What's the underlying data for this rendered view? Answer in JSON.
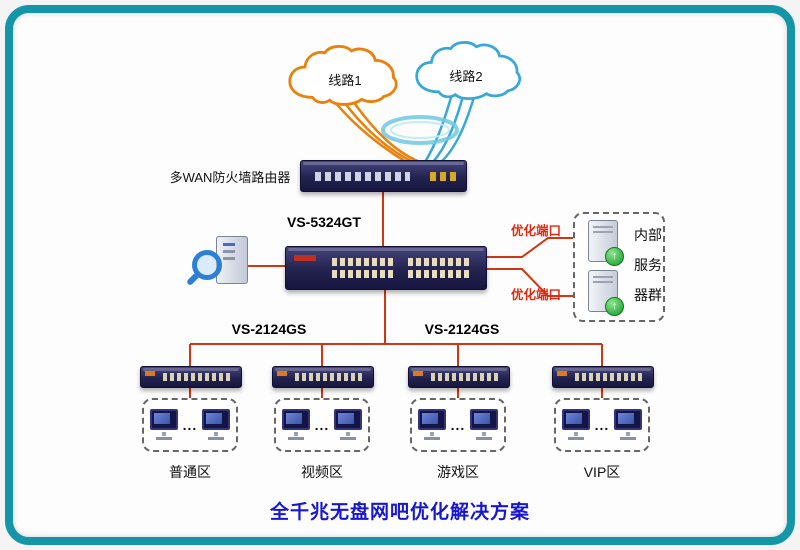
{
  "title": "全千兆无盘网吧优化解决方案",
  "clouds": [
    {
      "label": "线路1",
      "color": "#E8820C"
    },
    {
      "label": "线路2",
      "color": "#3AA8D6"
    }
  ],
  "router": {
    "label": "多WAN防火墙路由器"
  },
  "core_switch": {
    "model": "VS-5324GT"
  },
  "optimized_ports": [
    "优化端口",
    "优化端口"
  ],
  "server_group": {
    "lines": [
      "内部",
      "服务",
      "器群"
    ]
  },
  "edge_switches": [
    "VS-2124GS",
    "VS-2124GS"
  ],
  "zones": [
    {
      "label": "普通区"
    },
    {
      "label": "视频区"
    },
    {
      "label": "游戏区"
    },
    {
      "label": "VIP区"
    }
  ],
  "ellipsis": "...",
  "icons": {
    "server_badge_arrow": "↑"
  },
  "colors": {
    "frame": "#1496A8",
    "line1": "#E8820C",
    "line2": "#3AA8D6",
    "connection": "#D13612",
    "title_text": "#1717CF",
    "optimized_port_text": "#E02810"
  }
}
